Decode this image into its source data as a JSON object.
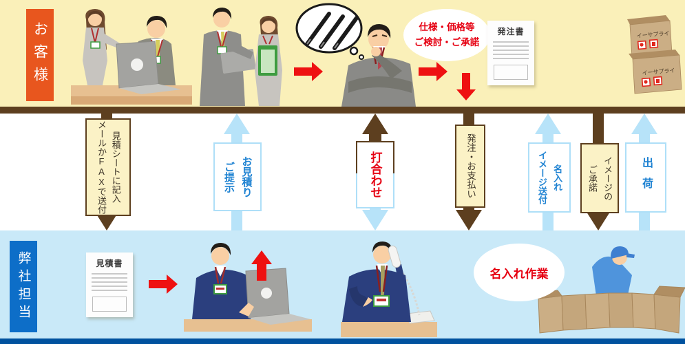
{
  "lanes": {
    "customer": "お客様",
    "company": "弊社担当"
  },
  "flow": {
    "steps": [
      {
        "label": "見積シートに記入\nメールかFAXで送付",
        "direction": "down",
        "from": "customer",
        "to": "company"
      },
      {
        "label": "お見積り\nご提示",
        "direction": "up",
        "from": "company",
        "to": "customer"
      },
      {
        "label": "打合わせ",
        "direction": "both",
        "from": "customer",
        "to": "company"
      },
      {
        "label": "発注・お支払い",
        "direction": "down",
        "from": "customer",
        "to": "company"
      },
      {
        "label": "名入れ\nイメージ送付",
        "direction": "up",
        "from": "company",
        "to": "customer"
      },
      {
        "label": "イメージの\nご承諾",
        "direction": "down",
        "from": "customer",
        "to": "company"
      },
      {
        "label": "出荷",
        "direction": "up",
        "from": "company",
        "to": "customer"
      }
    ]
  },
  "annotations": {
    "review_bubble": "仕様・価格等\nご検討・ご承諾",
    "naire_work": "名入れ作業"
  },
  "documents": {
    "order_form": "発注書",
    "quotation": "見積書"
  },
  "shipping_box_label": "イーサプライ",
  "colors": {
    "customer_bg": "#FAF0B9",
    "company_bg": "#C9E9F8",
    "brown_arrow": "#5D3F1F",
    "blue_arrow": "#B7E3F9",
    "navy_bar": "#00519E",
    "customer_label_bg": "#E8561E",
    "company_label_bg": "#0D6EC8",
    "cream_label_bg": "#FBF2C6",
    "red_accent": "#E60012",
    "blue_text": "#1E82D2"
  }
}
